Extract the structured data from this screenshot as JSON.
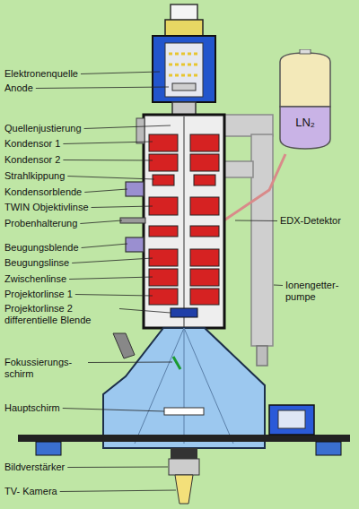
{
  "diagram": {
    "nodes": [
      {
        "text": [
          "LN₂"
        ]
      }
    ],
    "labels": [
      "Elektronenquelle",
      "Anode",
      "Quellenjustierung",
      "Kondensor 1",
      "Kondensor 2",
      "Strahlkippung",
      "Kondensorblende",
      "TWIN Objektivlinse",
      "Probenhalterung",
      "Beugungsblende",
      "Beugungslinse",
      "Zwischenlinse",
      "Projektorlinse 1",
      "Projektorlinse 2 differentielle Blende",
      "Fokussierungs- schirm",
      "Hauptschirm",
      "Bildverstärker",
      "TV- Kamera",
      "EDX-Detektor",
      "Ionengetter- pumpe"
    ]
  }
}
